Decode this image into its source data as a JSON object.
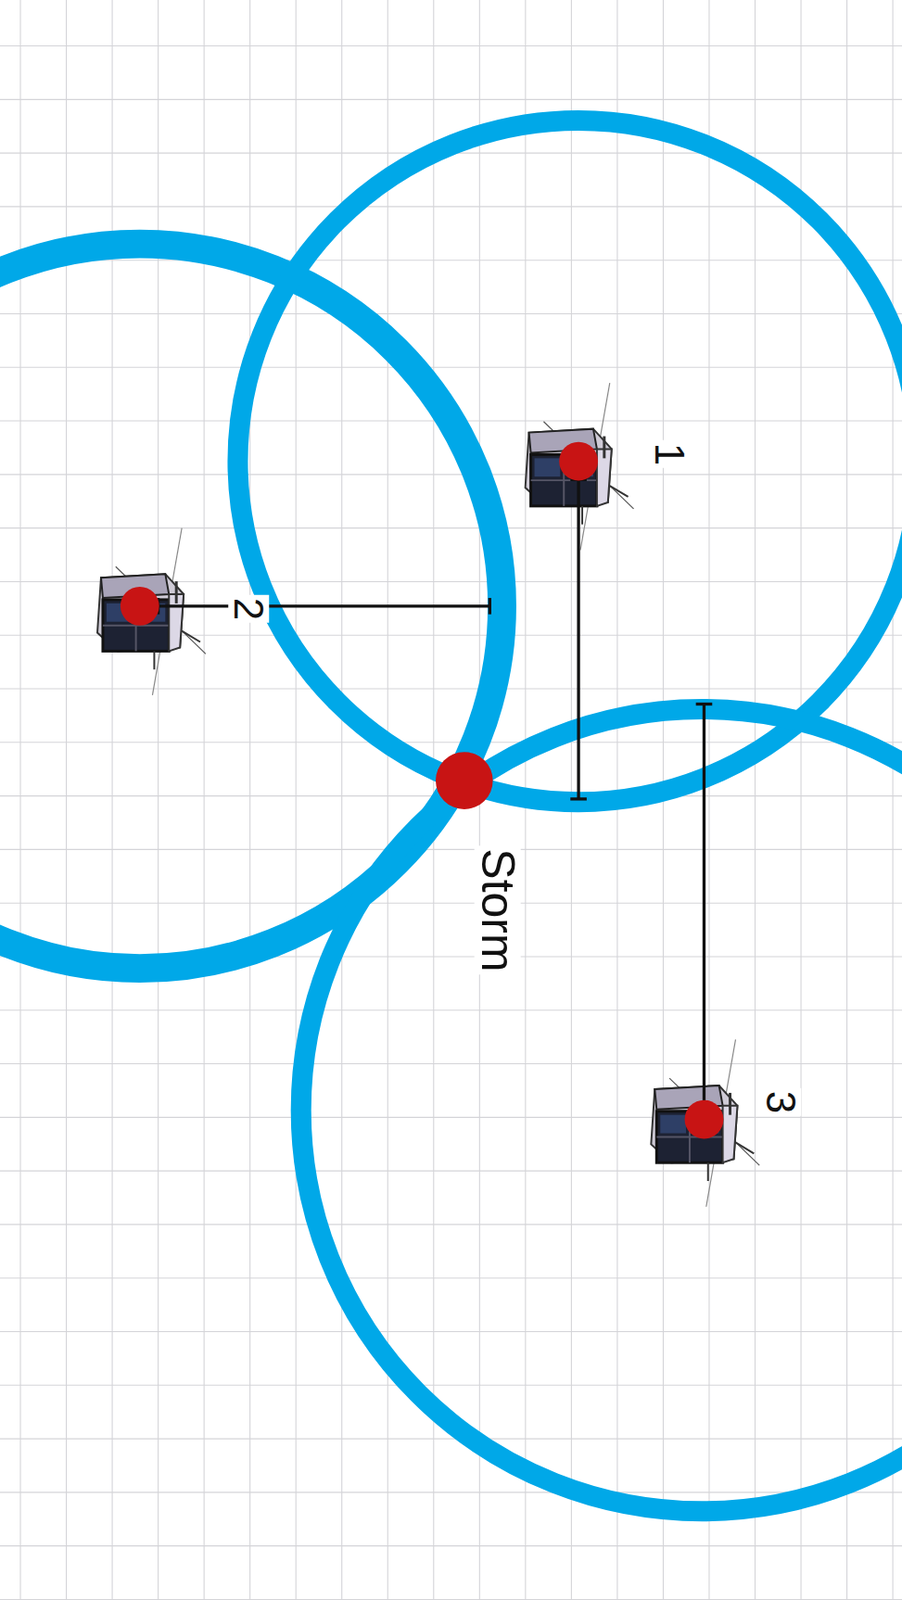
{
  "diagram": {
    "labels": [
      "1",
      "2",
      "3",
      "Storm"
    ]
  }
}
